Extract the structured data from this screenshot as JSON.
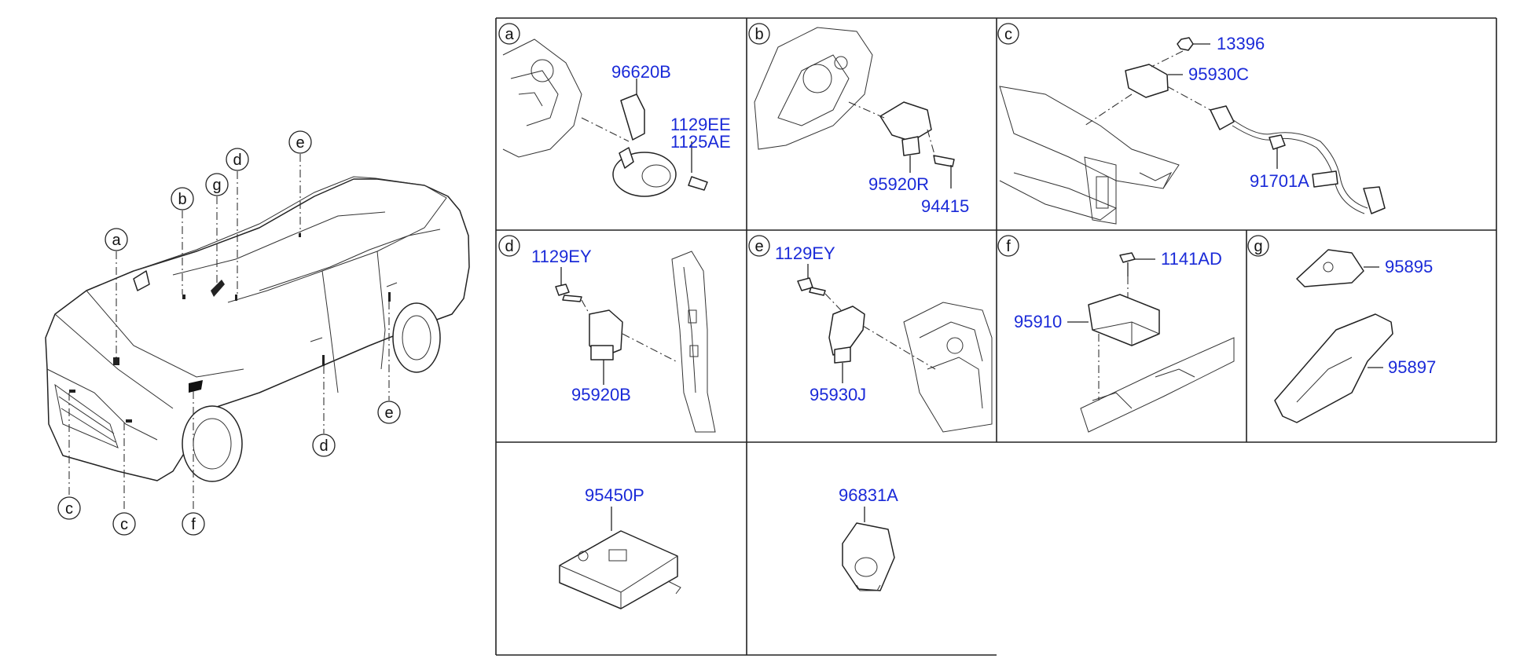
{
  "overview": {
    "callouts": [
      {
        "letter": "a"
      },
      {
        "letter": "b"
      },
      {
        "letter": "g"
      },
      {
        "letter": "d"
      },
      {
        "letter": "e"
      },
      {
        "letter": "c"
      },
      {
        "letter": "c"
      },
      {
        "letter": "f"
      },
      {
        "letter": "d"
      },
      {
        "letter": "e"
      }
    ]
  },
  "panels": [
    {
      "key": "a",
      "label": "a",
      "parts": [
        "96620B",
        "1129EE",
        "1125AE"
      ]
    },
    {
      "key": "b",
      "label": "b",
      "parts": [
        "95920R",
        "94415"
      ]
    },
    {
      "key": "c",
      "label": "c",
      "parts": [
        "13396",
        "95930C",
        "91701A"
      ]
    },
    {
      "key": "d",
      "label": "d",
      "parts": [
        "1129EY",
        "95920B"
      ]
    },
    {
      "key": "e",
      "label": "e",
      "parts": [
        "1129EY",
        "95930J"
      ]
    },
    {
      "key": "f",
      "label": "f",
      "parts": [
        "1141AD",
        "95910"
      ]
    },
    {
      "key": "g",
      "label": "g",
      "parts": [
        "95895",
        "95897"
      ]
    },
    {
      "key": "h",
      "label": "",
      "parts": [
        "95450P"
      ]
    },
    {
      "key": "i",
      "label": "",
      "parts": [
        "96831A"
      ]
    }
  ],
  "colors": {
    "part_number": "#1a2ad8",
    "line": "#222222"
  }
}
